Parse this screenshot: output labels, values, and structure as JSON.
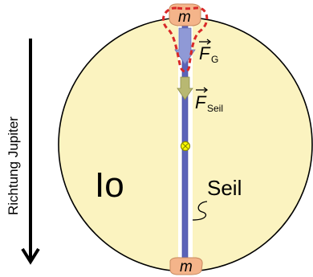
{
  "direction_label": "Richtung Jupiter",
  "moon_label": "Io",
  "rope_label": "Seil",
  "mass_top_label": "m",
  "mass_bottom_label": "m",
  "force_gravity": {
    "symbol": "F",
    "subscript": "G"
  },
  "force_rope": {
    "symbol": "F",
    "subscript": "Seil"
  },
  "colors": {
    "moon_fill": "#fbf3c0",
    "outline": "#000000",
    "rope": "#5b63b8",
    "rope_highlight": "#ffffff",
    "mass": "#f4b48a",
    "arrow_gravity": "#8f99d6",
    "arrow_rope": "#b8b872",
    "selection_outline": "#d92828",
    "center_marker": "#ffff00"
  }
}
